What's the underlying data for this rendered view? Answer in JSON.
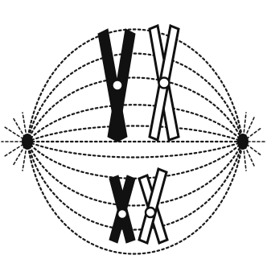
{
  "figure": {
    "poles": [
      "left",
      "right"
    ],
    "homologous_pairs": [
      {
        "size": "large",
        "chromosomes": [
          {
            "shade": "black"
          },
          {
            "shade": "white"
          }
        ]
      },
      {
        "size": "small",
        "chromosomes": [
          {
            "shade": "black"
          },
          {
            "shade": "white"
          }
        ]
      }
    ],
    "colors": {
      "ink": "#111111",
      "background": "#ffffff"
    }
  }
}
